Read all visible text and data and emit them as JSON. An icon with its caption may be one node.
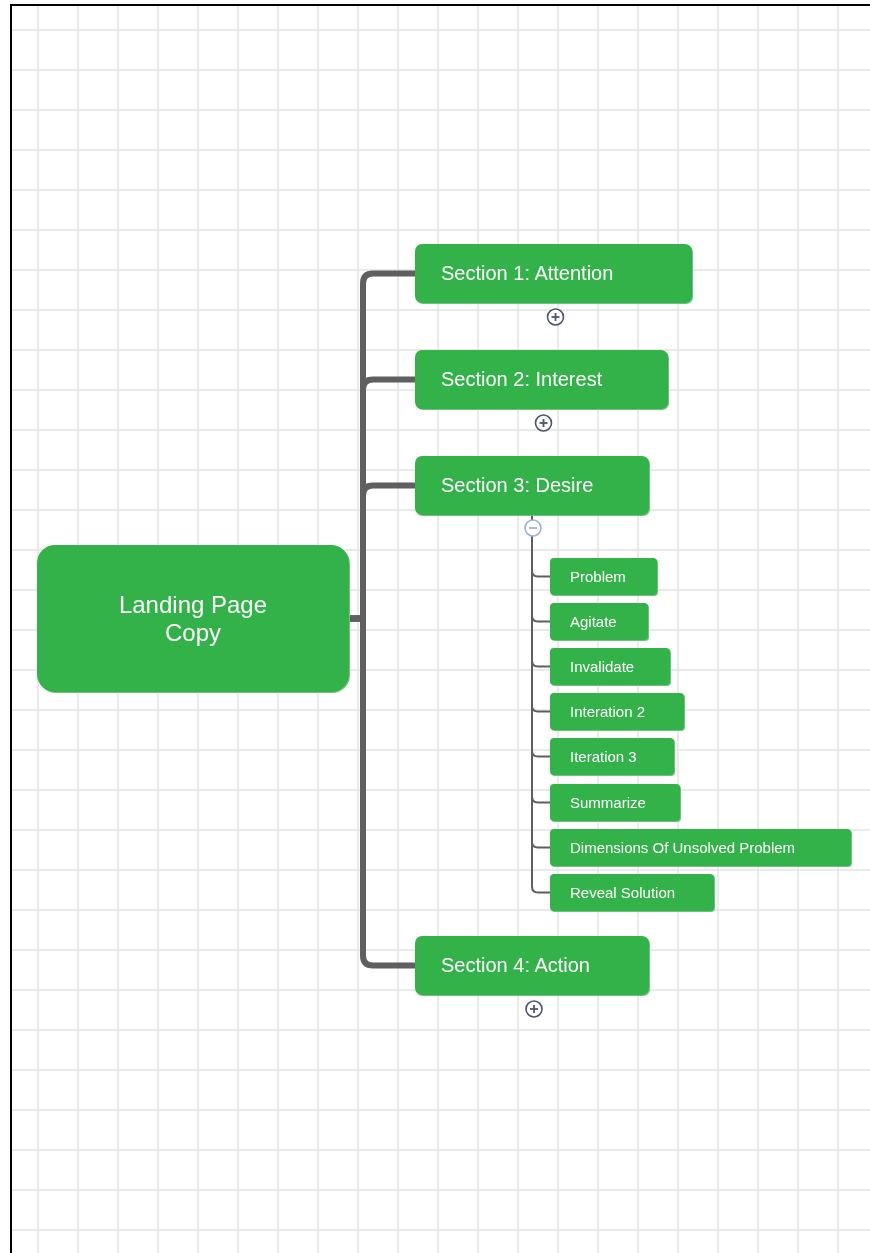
{
  "diagram": {
    "nodes": [
      {
        "text": [
          "Landing Page Copy"
        ]
      },
      {
        "text": [
          "Section 1: Attention"
        ]
      },
      {
        "text": [
          "Section 2: Interest"
        ]
      },
      {
        "text": [
          "Section 3: Desire"
        ]
      },
      {
        "text": [
          "Section 4: Action"
        ]
      },
      {
        "text": [
          "Problem"
        ]
      },
      {
        "text": [
          "Agitate"
        ]
      },
      {
        "text": [
          "Invalidate"
        ]
      },
      {
        "text": [
          "Interation 2"
        ]
      },
      {
        "text": [
          "Iteration 3"
        ]
      },
      {
        "text": [
          "Summarize"
        ]
      },
      {
        "text": [
          "Dimensions Of Unsolved Problem"
        ]
      },
      {
        "text": [
          "Reveal Solution"
        ]
      }
    ],
    "edges": [
      {
        "from": 0,
        "to": 1,
        "arrow": "none",
        "style": "thick"
      },
      {
        "from": 0,
        "to": 2,
        "arrow": "none",
        "style": "thick"
      },
      {
        "from": 0,
        "to": 3,
        "arrow": "none",
        "style": "thick"
      },
      {
        "from": 0,
        "to": 4,
        "arrow": "none",
        "style": "thick"
      },
      {
        "from": 3,
        "to": 5,
        "arrow": "none"
      },
      {
        "from": 3,
        "to": 6,
        "arrow": "none"
      },
      {
        "from": 3,
        "to": 7,
        "arrow": "none"
      },
      {
        "from": 3,
        "to": 8,
        "arrow": "none"
      },
      {
        "from": 3,
        "to": 9,
        "arrow": "none"
      },
      {
        "from": 3,
        "to": 10,
        "arrow": "none"
      },
      {
        "from": 3,
        "to": 11,
        "arrow": "none"
      },
      {
        "from": 3,
        "to": 12,
        "arrow": "none"
      }
    ]
  }
}
